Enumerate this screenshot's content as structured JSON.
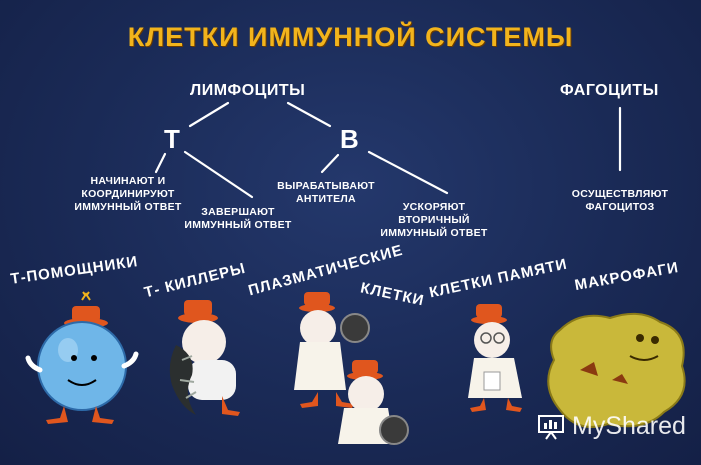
{
  "title": "КЛЕТКИ ИММУННОЙ СИСТЕМЫ",
  "groups": {
    "lymphocytes": "ЛИМФОЦИТЫ",
    "phagocytes": "ФАГОЦИТЫ"
  },
  "branches": {
    "t": "T",
    "b": "B"
  },
  "notes": {
    "t_start": [
      "НАЧИНАЮТ И",
      "КООРДИНИРУЮТ",
      "ИММУННЫЙ ОТВЕТ"
    ],
    "t_end": [
      "ЗАВЕРШАЮТ",
      "ИММУННЫЙ ОТВЕТ"
    ],
    "b_antibodies": [
      "ВЫРАБАТЫВАЮТ",
      "АНТИТЕЛА"
    ],
    "b_accelerate": [
      "УСКОРЯЮТ",
      "ВТОРИЧНЫЙ",
      "ИММУННЫЙ ОТВЕТ"
    ],
    "phagocytosis": [
      "ОСУЩЕСТВЛЯЮТ",
      "ФАГОЦИТОЗ"
    ]
  },
  "cells": {
    "t_helpers": "Т-ПОМОЩНИКИ",
    "t_killers": "Т- КИЛЛЕРЫ",
    "plasma_1": "ПЛАЗМАТИЧЕСКИЕ",
    "plasma_2": "КЛЕТКИ",
    "memory": "КЛЕТКИ ПАМЯТИ",
    "macrophages": "МАКРОФАГИ"
  },
  "watermark": "MyShared",
  "colors": {
    "background": "#1a2a56",
    "title": "#f2b41c",
    "text": "#ffffff",
    "helper_body": "#6fb6e8",
    "hat": "#e0561e",
    "macrophage": "#c9b83a"
  }
}
